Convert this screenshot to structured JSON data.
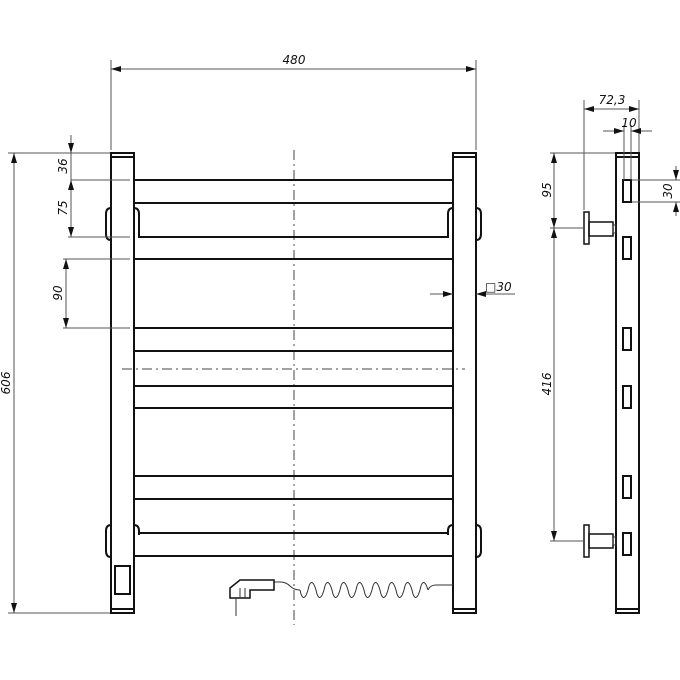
{
  "drawing": {
    "subject": "electric heated towel rail, front and side views",
    "front_view": {
      "overall_width": "480",
      "overall_height": "606",
      "top_offset": "36",
      "bar_spacing_top": "75",
      "bar_spacing_mid": "90",
      "bar_profile": "□30"
    },
    "side_view": {
      "overall_depth": "72,3",
      "rail_thickness": "10",
      "top_bracket_offset": "95",
      "bar_height": "30",
      "bracket_spacing": "416"
    },
    "colors": {
      "line": "#111111",
      "dimension": "#555555",
      "background": "#ffffff"
    }
  }
}
